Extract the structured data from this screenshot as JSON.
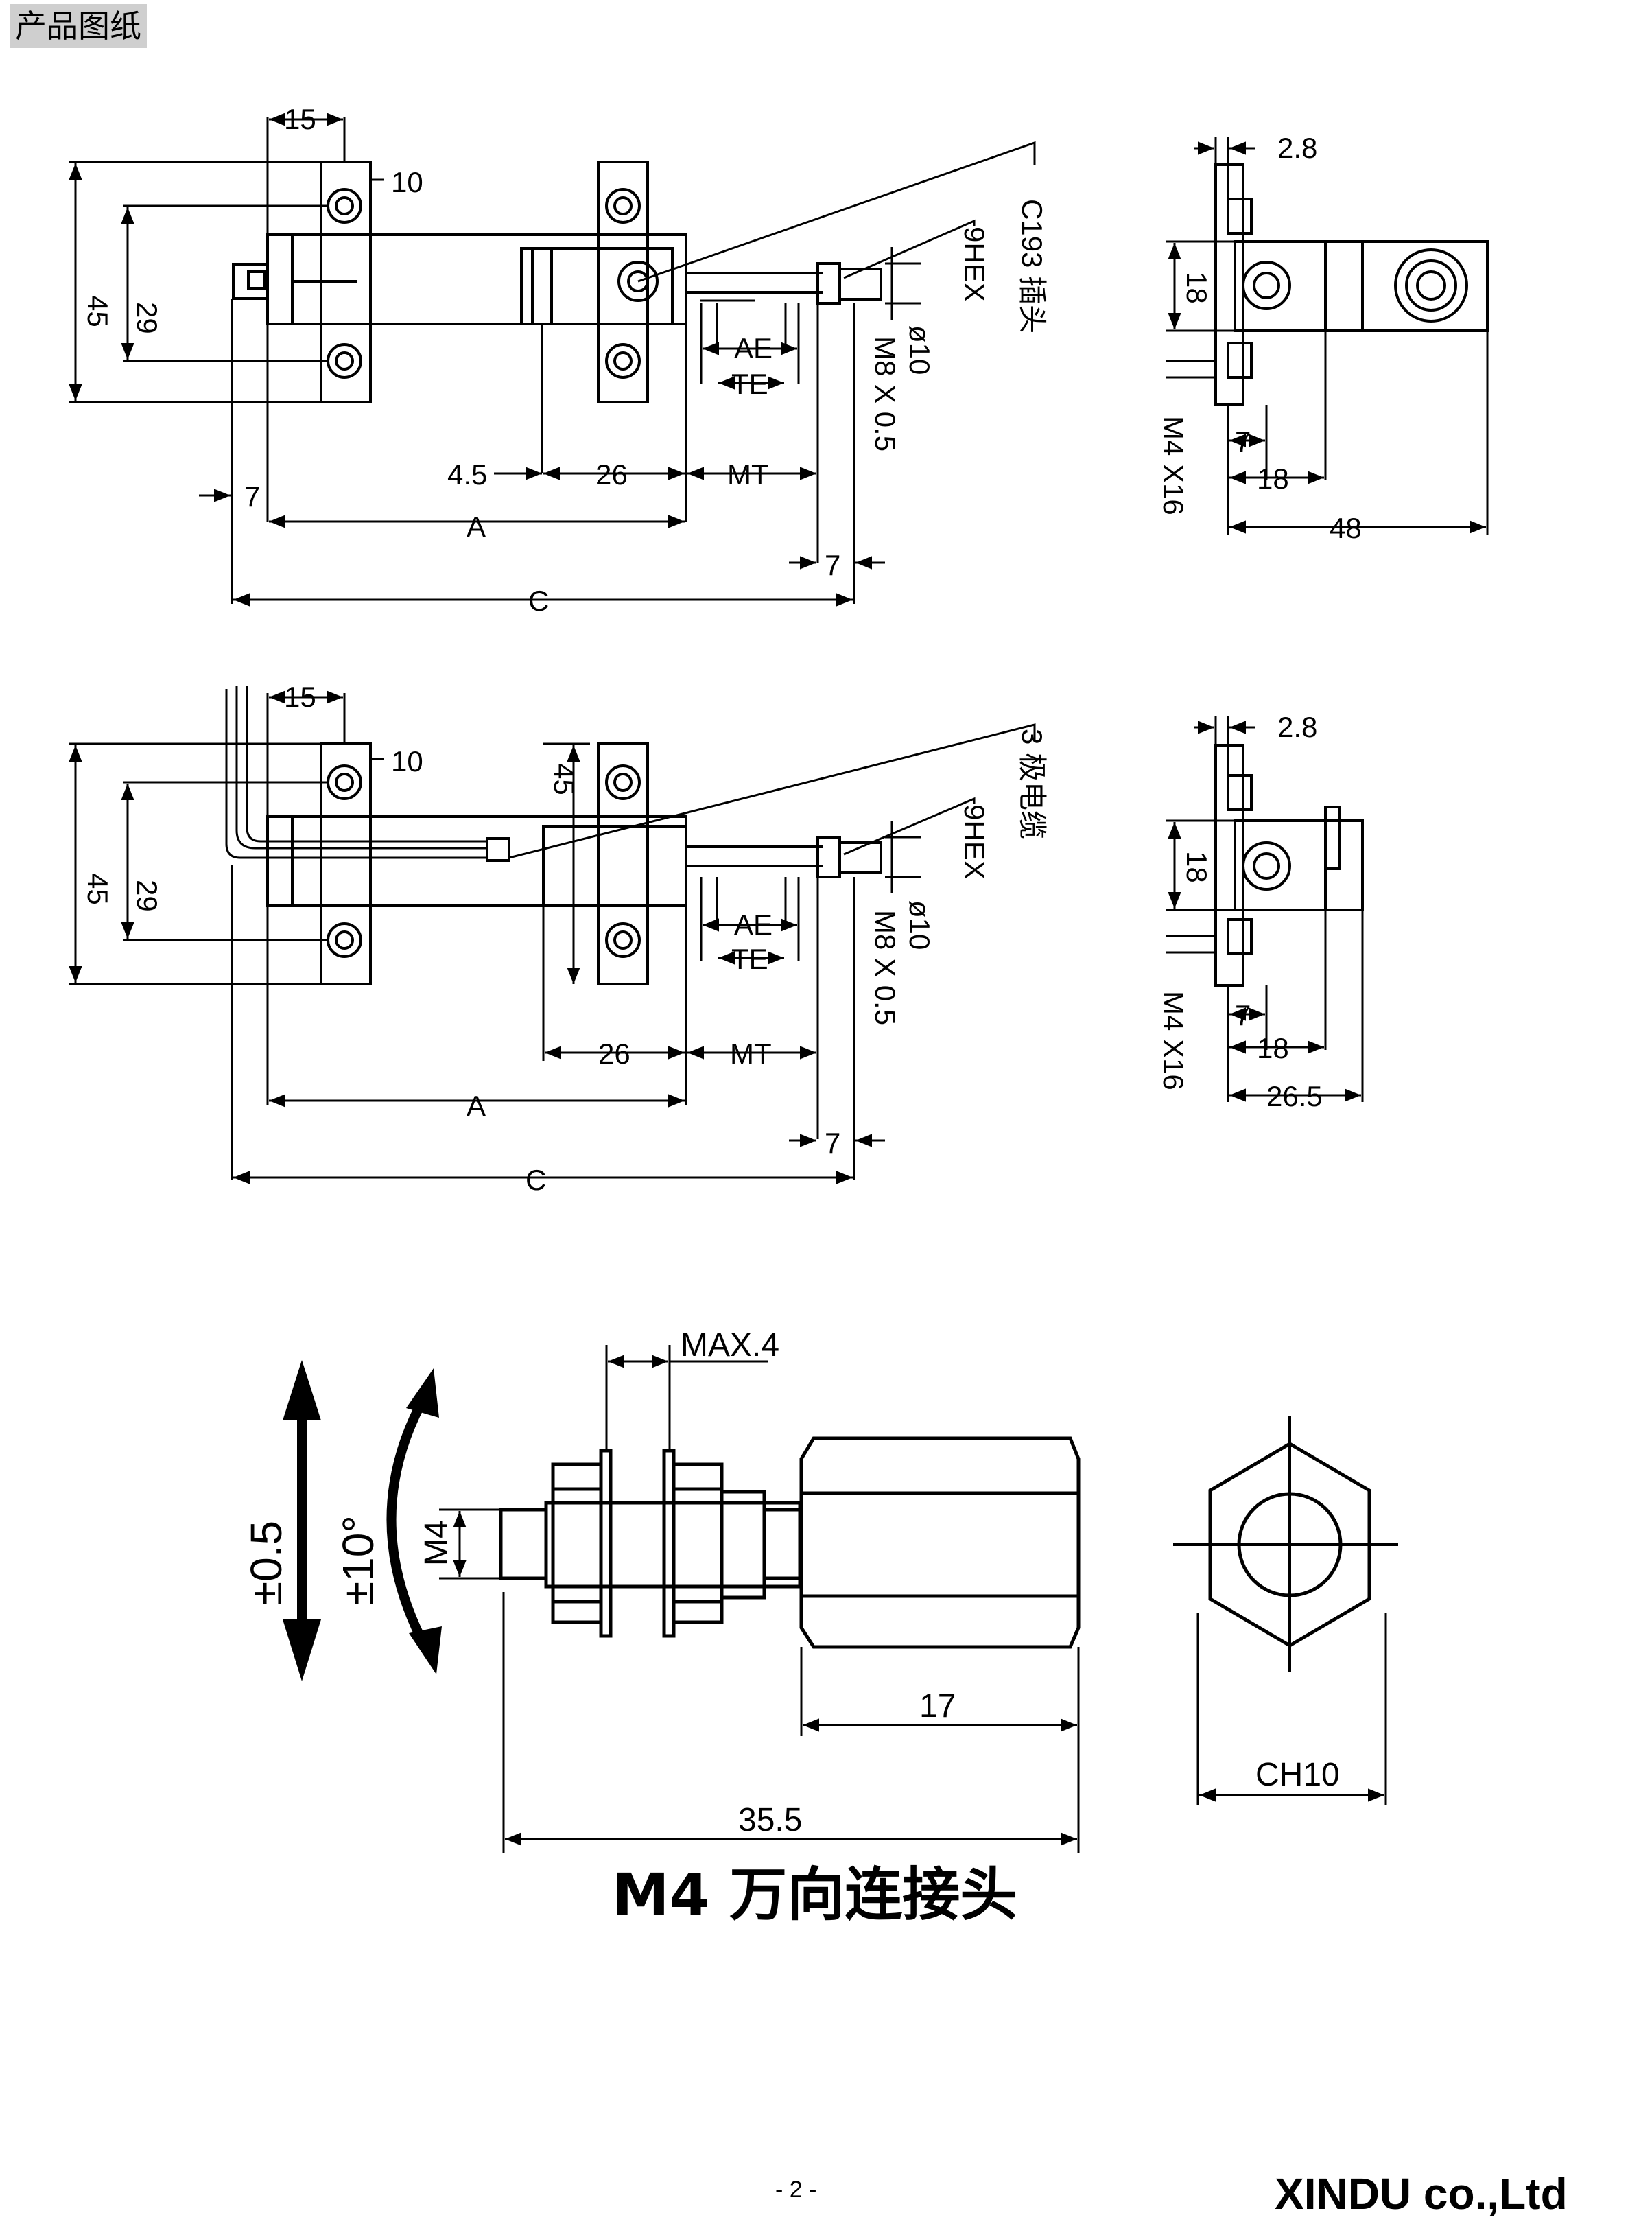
{
  "header": {
    "tag": "产品图纸"
  },
  "view1": {
    "dims": {
      "w15": "15",
      "w10": "10",
      "h45": "45",
      "h29": "29",
      "d45": "4.5",
      "d26": "26",
      "mt": "MT",
      "d7a": "7",
      "a": "A",
      "d7b": "7",
      "c": "C",
      "ae": "AE",
      "te": "TE"
    },
    "labels": {
      "connector": "C193 插头",
      "hex": "9HEX",
      "dia": "ø10",
      "thread": "M8 X 0.5"
    }
  },
  "side1": {
    "dims": {
      "t28": "2.8",
      "s18": "18",
      "s7": "7",
      "b18": "18",
      "w48": "48",
      "m4": "M4 X16"
    }
  },
  "view2": {
    "dims": {
      "w15": "15",
      "w10": "10",
      "h45": "45",
      "h29": "29",
      "v45": "45",
      "d26": "26",
      "mt": "MT",
      "a": "A",
      "d7": "7",
      "c": "C",
      "ae": "AE",
      "te": "TE"
    },
    "labels": {
      "cable": "3 极电缆",
      "hex": "9HEX",
      "dia": "ø10",
      "thread": "M8 X 0.5"
    }
  },
  "side2": {
    "dims": {
      "t28": "2.8",
      "s18": "18",
      "s7": "7",
      "b18": "18",
      "w265": "26.5",
      "m4": "M4 X16"
    }
  },
  "joint": {
    "dims": {
      "max4": "MAX.4",
      "m4": "M4",
      "d17": "17",
      "d355": "35.5",
      "ch10": "CH10",
      "pm05": "±0.5",
      "pm10": "±10°"
    },
    "caption": "M4 万向连接头"
  },
  "footer": {
    "page": "- 2 -",
    "brand": "XINDU co.,Ltd"
  }
}
